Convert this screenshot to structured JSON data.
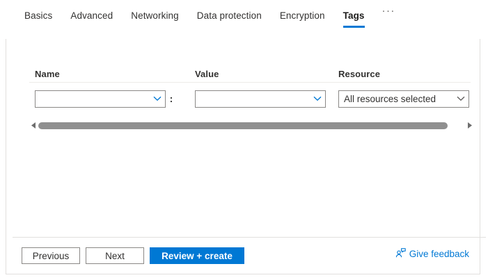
{
  "tabs": {
    "items": [
      {
        "label": "Basics",
        "selected": false
      },
      {
        "label": "Advanced",
        "selected": false
      },
      {
        "label": "Networking",
        "selected": false
      },
      {
        "label": "Data protection",
        "selected": false
      },
      {
        "label": "Encryption",
        "selected": false
      },
      {
        "label": "Tags",
        "selected": true
      }
    ],
    "overflow_label": "···"
  },
  "tag_grid": {
    "columns": {
      "name": "Name",
      "value": "Value",
      "resource": "Resource"
    },
    "separator": ":",
    "rows": [
      {
        "name_value": "",
        "name_placeholder": "",
        "value_value": "",
        "value_placeholder": "",
        "resource_value": "All resources selected"
      }
    ]
  },
  "scrollbar": {
    "left_arrow": "scroll-left-arrow",
    "right_arrow": "scroll-right-arrow",
    "orientation": "horizontal"
  },
  "footer": {
    "previous_label": "Previous",
    "next_label": "Next",
    "review_label": "Review + create",
    "feedback_label": "Give feedback"
  },
  "colors": {
    "accent": "#0078d4",
    "text": "#323130",
    "border": "#8a8886",
    "divider": "#e1dfdd",
    "scroll_thumb": "#8f8f8f"
  }
}
